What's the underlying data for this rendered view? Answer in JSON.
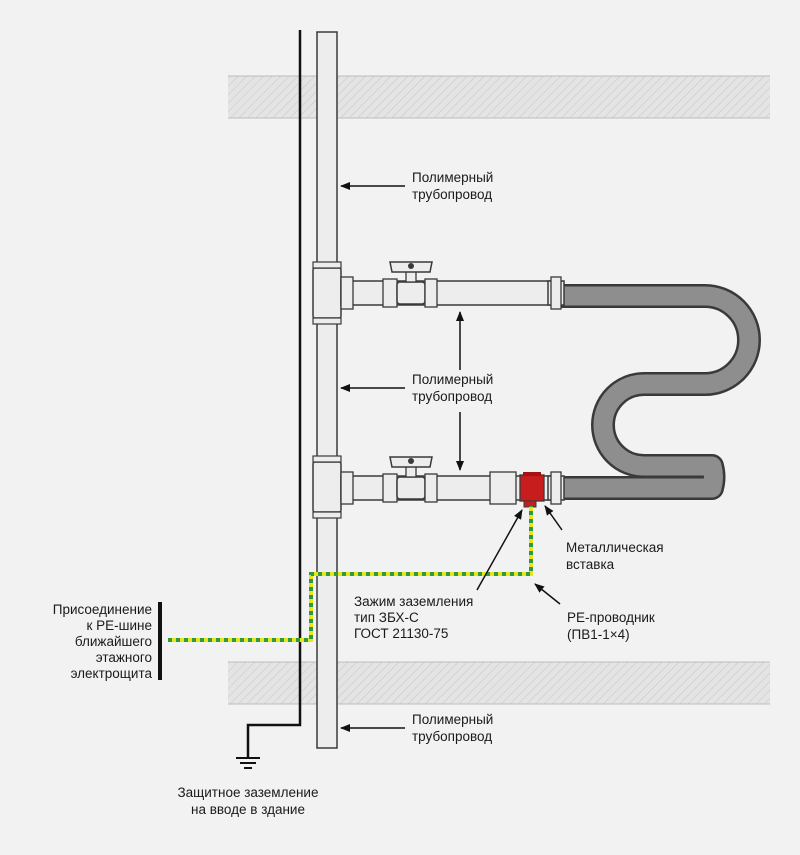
{
  "colors": {
    "background": "#f2f2f2",
    "slab": "#e4e4e4",
    "pipe_fill": "#ededed",
    "pipe_stroke": "#3a3a3a",
    "towel_rail": "#8e8e8e",
    "insert": "#c81d1d",
    "pe_yellow": "#e8e61a",
    "pe_green": "#2e9a3c",
    "conductor": "#111111"
  },
  "labels": {
    "pipe_top": [
      "Полимерный",
      "трубопровод"
    ],
    "pipe_middle": [
      "Полимерный",
      "трубопровод"
    ],
    "pipe_bottom": [
      "Полимерный",
      "трубопровод"
    ],
    "metal_insert": [
      "Металлическая",
      "вставка"
    ],
    "clamp": [
      "Зажим заземления",
      "тип ЗБХ-С",
      "ГОСТ 21130-75"
    ],
    "pe_conductor": [
      "PE-проводник",
      "(ПВ1-1×4)"
    ],
    "connection": [
      "Присоединение",
      "к PE-шине",
      "ближайшего",
      "этажного",
      "электрощита"
    ],
    "ground": [
      "Защитное заземление",
      "на вводе в здание"
    ]
  }
}
